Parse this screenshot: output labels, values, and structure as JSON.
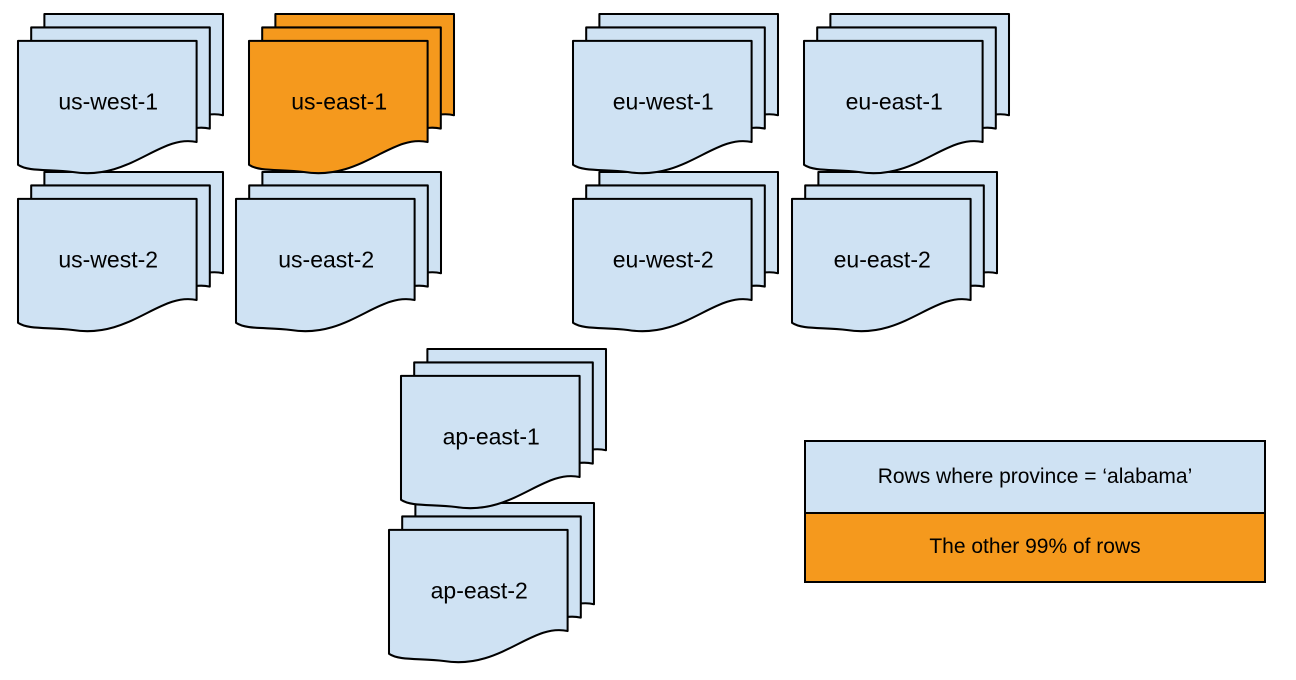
{
  "colors": {
    "blue_fill": "#cfe2f3",
    "orange_fill": "#f5991d",
    "stroke": "#000000"
  },
  "regions": [
    {
      "label": "us-west-1",
      "variant": "blue"
    },
    {
      "label": "us-east-1",
      "variant": "orange"
    },
    {
      "label": "eu-west-1",
      "variant": "blue"
    },
    {
      "label": "eu-east-1",
      "variant": "blue"
    },
    {
      "label": "us-west-2",
      "variant": "blue"
    },
    {
      "label": "us-east-2",
      "variant": "blue"
    },
    {
      "label": "eu-west-2",
      "variant": "blue"
    },
    {
      "label": "eu-east-2",
      "variant": "blue"
    },
    {
      "label": "ap-east-1",
      "variant": "blue"
    },
    {
      "label": "ap-east-2",
      "variant": "blue"
    }
  ],
  "legend": {
    "items": [
      {
        "label": "Rows where province = ‘alabama’",
        "variant": "blue"
      },
      {
        "label": "The other 99% of rows",
        "variant": "orange"
      }
    ]
  }
}
